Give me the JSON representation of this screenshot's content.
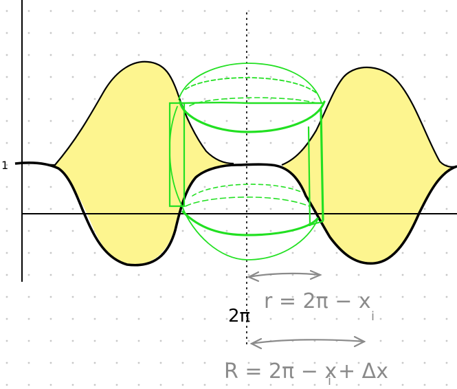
{
  "labels": {
    "y_tick_one": "1",
    "two_pi": "2π",
    "small_r_formula": "r = 2π − x",
    "small_r_sub": "i",
    "big_r_formula": "R = 2π − x",
    "big_r_sub": "i",
    "big_r_tail": "+ Δx"
  },
  "colors": {
    "background": "#ffffff",
    "grid_dot": "#c8c8c8",
    "axis": "#000000",
    "curve": "#000000",
    "fill": "#fdf58f",
    "solid_outline": "#22e022",
    "annotation": "#8a8a8a"
  }
}
